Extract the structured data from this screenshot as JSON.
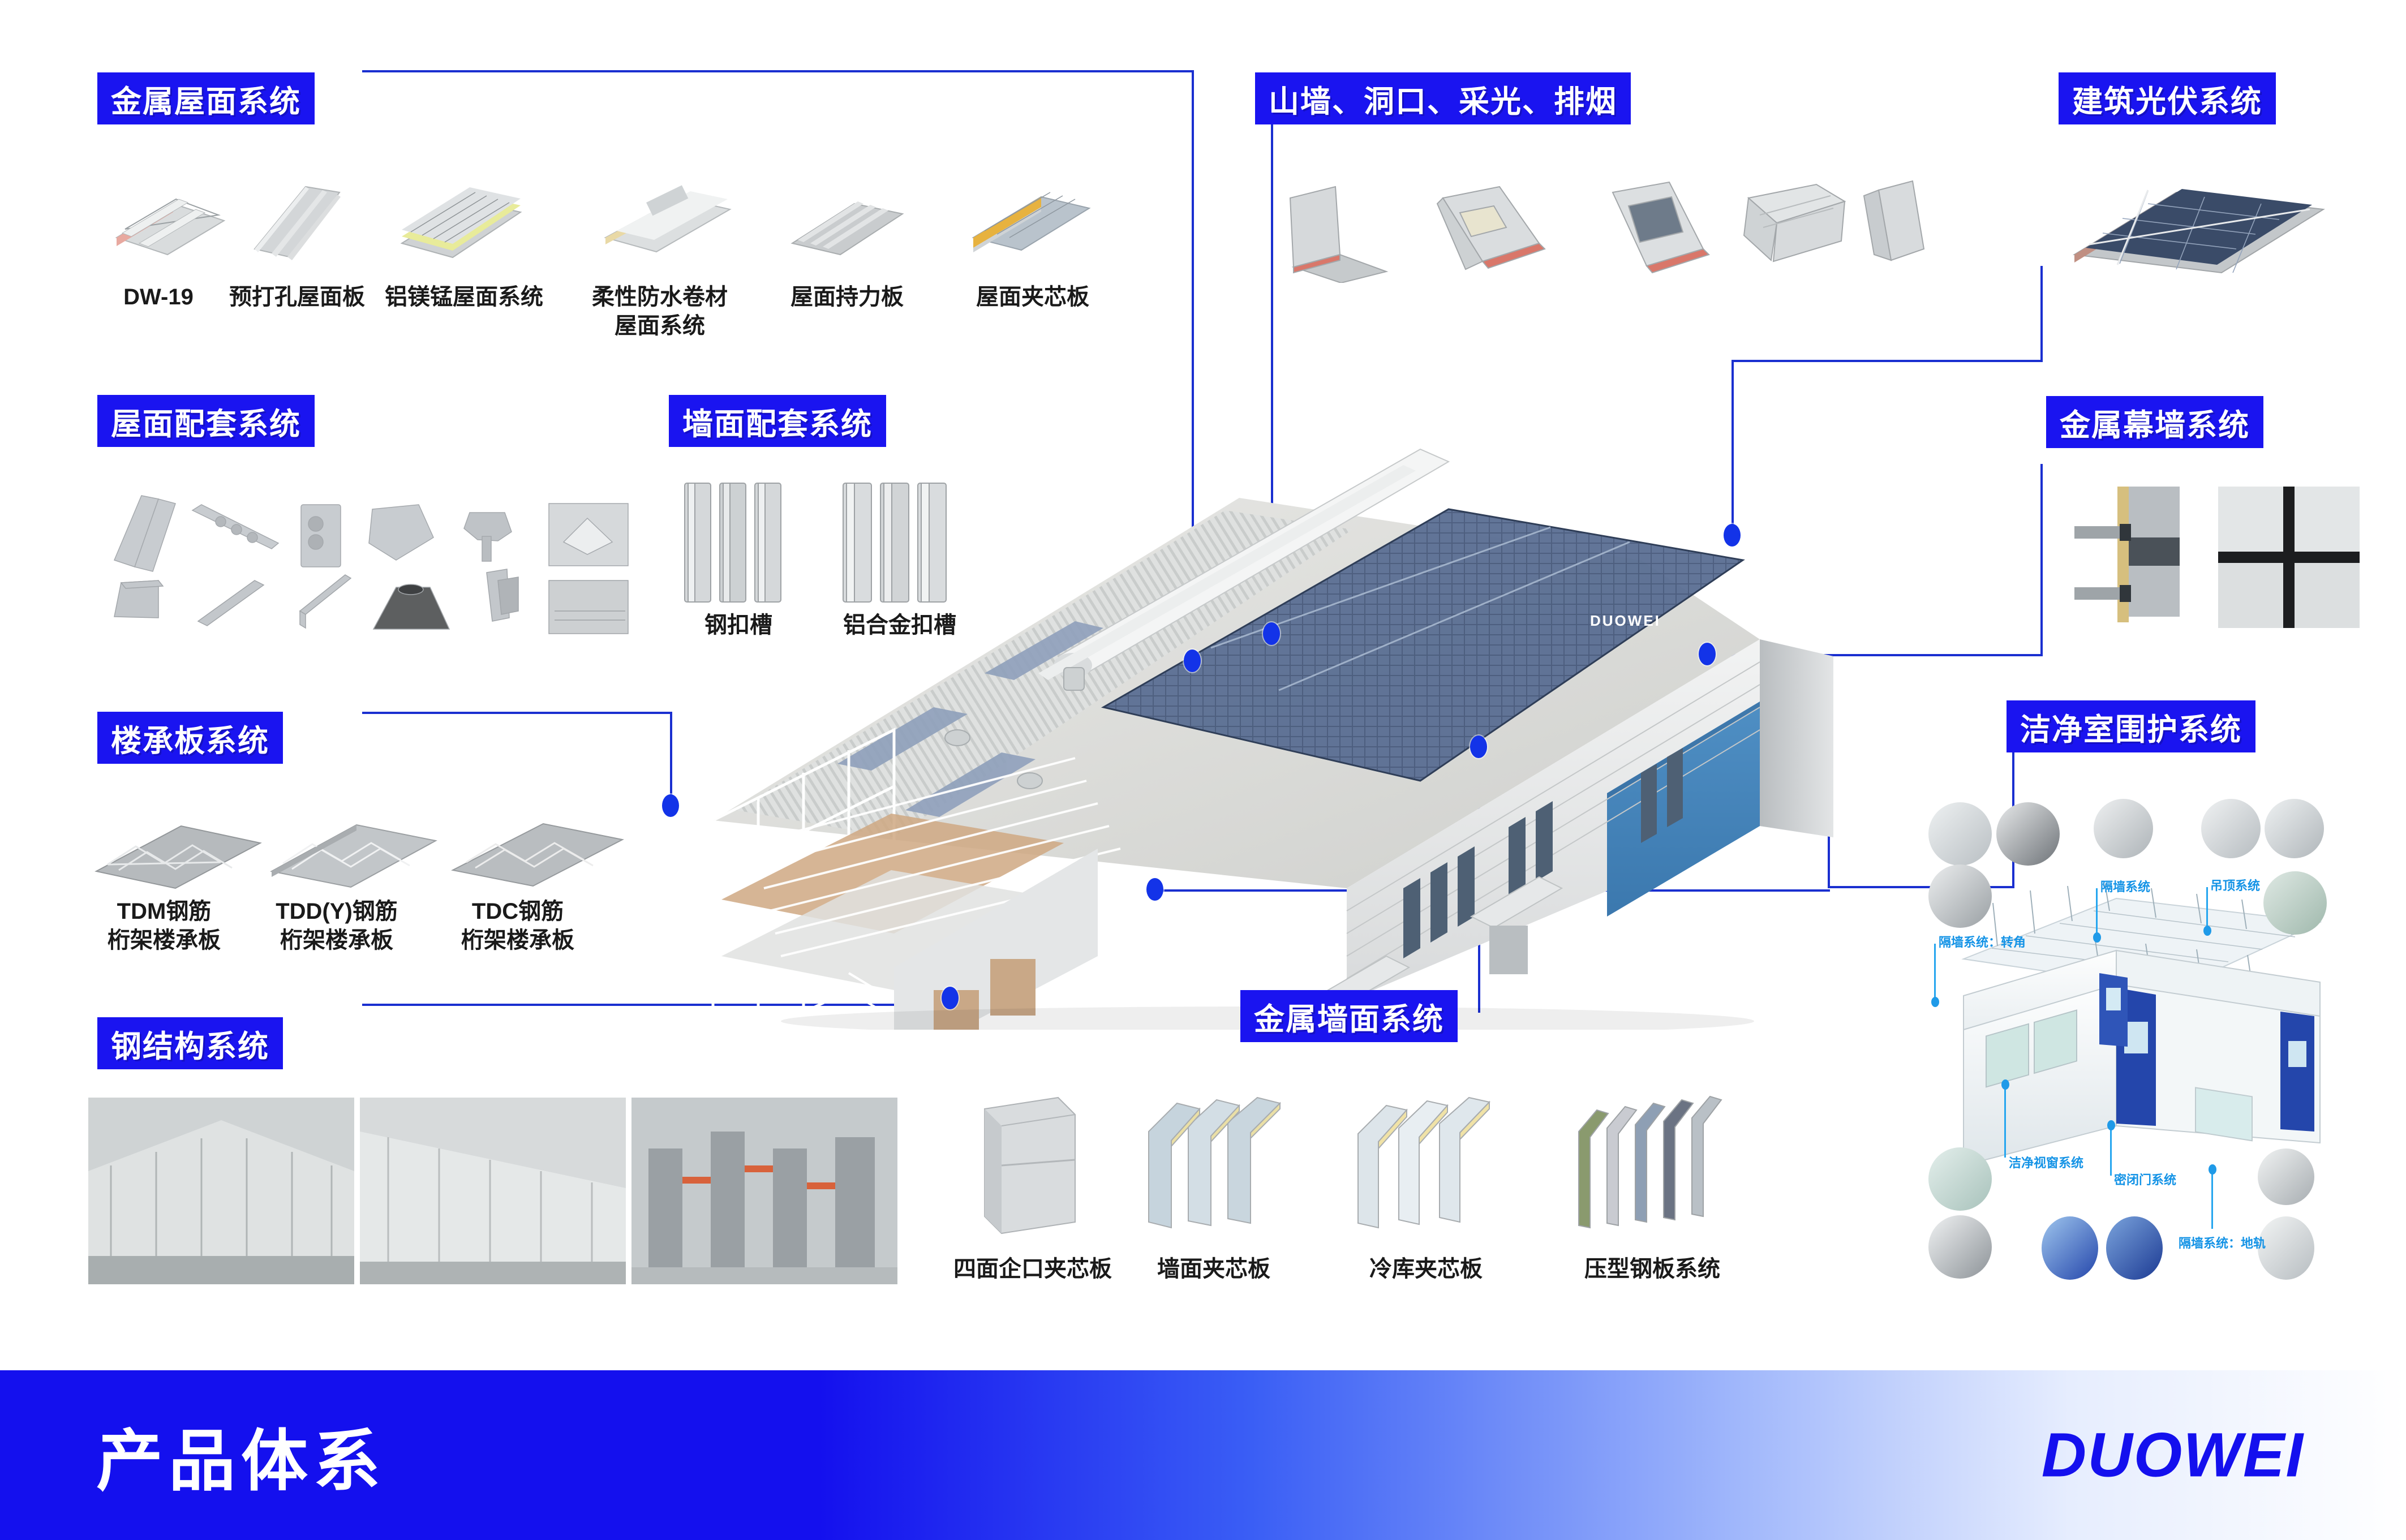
{
  "poster": {
    "footer_title": "产品体系",
    "footer_logo": "DUOWEI",
    "building_watermark": "DUOWEI"
  },
  "sections": [
    {
      "id": "metal-roof",
      "title": "金属屋面系统",
      "items": [
        {
          "label": "DW-19"
        },
        {
          "label": "预打孔屋面板"
        },
        {
          "label": "铝镁锰屋面系统"
        },
        {
          "label": "柔性防水卷材\n屋面系统"
        },
        {
          "label": "屋面持力板"
        },
        {
          "label": "屋面夹芯板"
        }
      ]
    },
    {
      "id": "roof-accessories",
      "title": "屋面配套系统",
      "items": []
    },
    {
      "id": "wall-accessories",
      "title": "墙面配套系统",
      "items": [
        {
          "label": "钢扣槽"
        },
        {
          "label": "铝合金扣槽"
        }
      ]
    },
    {
      "id": "floor-deck",
      "title": "楼承板系统",
      "items": [
        {
          "label": "TDM钢筋\n桁架楼承板"
        },
        {
          "label": "TDD(Y)钢筋\n桁架楼承板"
        },
        {
          "label": "TDC钢筋\n桁架楼承板"
        }
      ]
    },
    {
      "id": "steel-structure",
      "title": "钢结构系统",
      "items": []
    },
    {
      "id": "gable-opening",
      "title": "山墙、洞口、采光、排烟",
      "items": []
    },
    {
      "id": "bipv",
      "title": "建筑光伏系统",
      "items": []
    },
    {
      "id": "metal-curtain-wall",
      "title": "金属幕墙系统",
      "items": []
    },
    {
      "id": "cleanroom",
      "title": "洁净室围护系统",
      "items": []
    },
    {
      "id": "metal-wall",
      "title": "金属墙面系统",
      "items": [
        {
          "label": "四面企口夹芯板"
        },
        {
          "label": "墙面夹芯板"
        },
        {
          "label": "冷库夹芯板"
        },
        {
          "label": "压型钢板系统"
        }
      ]
    }
  ],
  "cleanroom_labels": [
    {
      "text": "隔墙系统"
    },
    {
      "text": "吊顶系统"
    },
    {
      "text": "隔墙系统：转角"
    },
    {
      "text": "洁净视窗系统"
    },
    {
      "text": "密闭门系统"
    },
    {
      "text": "隔墙系统：地轨"
    }
  ],
  "colors": {
    "brand_blue": "#1410ee",
    "chip_blue": "#1a14f0",
    "line_blue": "#1a2fd0",
    "cleanroom_accent": "#26a6ef",
    "caption_text": "#1a1a1a"
  }
}
